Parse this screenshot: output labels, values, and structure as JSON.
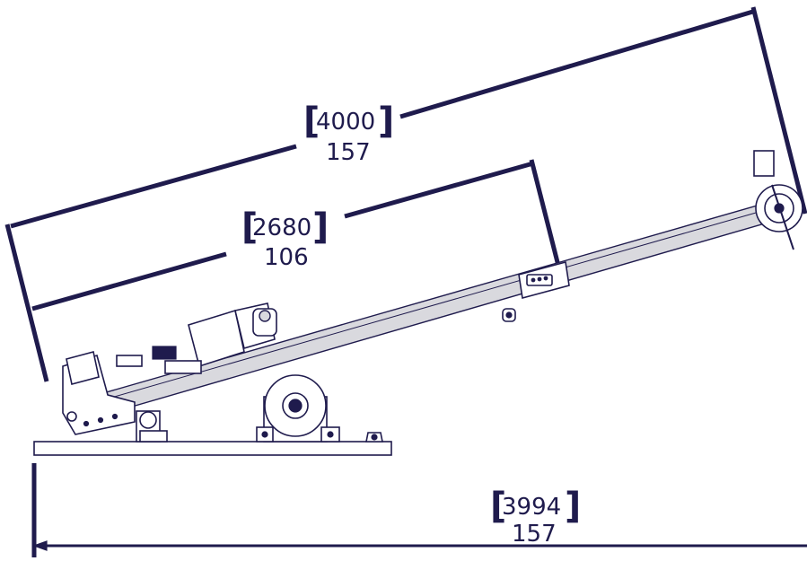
{
  "dimensions": {
    "overall_length": {
      "metric": "4000",
      "imperial": "157"
    },
    "boom_length": {
      "metric": "2680",
      "imperial": "106"
    },
    "base_length": {
      "metric": "3994",
      "imperial": "157"
    }
  },
  "colors": {
    "ink": "#1f1b4d",
    "paper": "#ffffff",
    "boom_fill": "#d9d9de"
  }
}
